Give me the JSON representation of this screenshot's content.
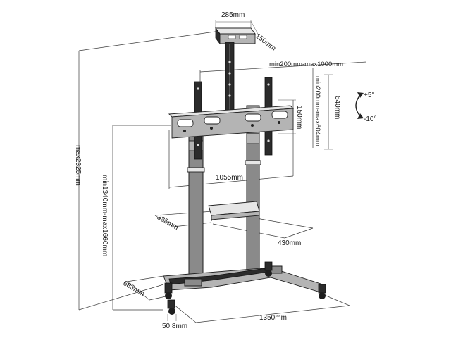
{
  "dimensions": {
    "top_plate_width": "285mm",
    "top_plate_depth": "150mm",
    "vesa_horizontal": "min200mm-max1000mm",
    "vesa_vertical": "min200mm-max604mm",
    "bracket_height": "640mm",
    "tilt_up": "+5°",
    "tilt_down": "-10°",
    "arm_height": "150mm",
    "frame_width": "1055mm",
    "total_height": "max2325mm",
    "mount_height": "min1340mm-max1660mm",
    "shelf_depth": "335mm",
    "shelf_width": "430mm",
    "base_depth": "683mm",
    "base_width": "1350mm",
    "caster_size": "50.8mm"
  }
}
